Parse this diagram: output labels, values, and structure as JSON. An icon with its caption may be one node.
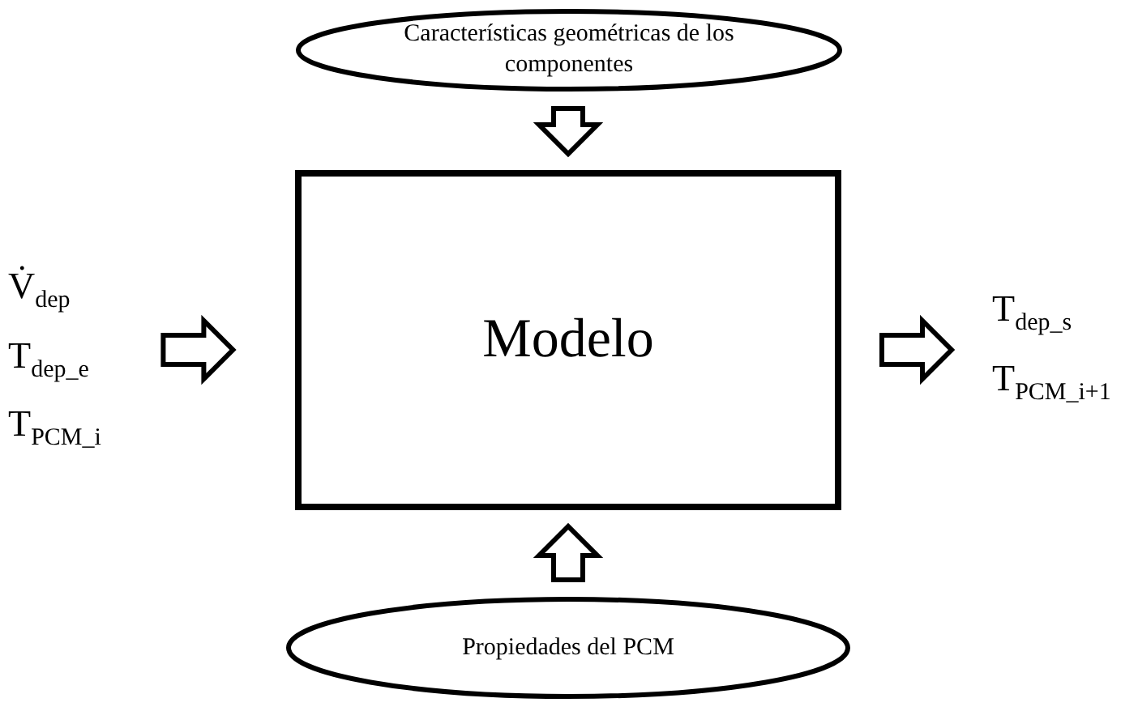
{
  "diagram": {
    "nodes": [
      {
        "text": [
          "Características geométricas de los componentes"
        ]
      },
      {
        "text": [
          "Modelo"
        ]
      },
      {
        "text": [
          "Propiedades del PCM"
        ]
      },
      {
        "text": [
          "V̇$_{dep}$",
          "T$_{dep_e}$",
          "T$_{PCM_i}$"
        ]
      },
      {
        "text": [
          "T$_{dep_s}$",
          "T$_{PCM_i+1}$"
        ]
      }
    ],
    "edges": [
      {
        "from": 0,
        "to": 1,
        "arrow": "to"
      },
      {
        "from": 2,
        "to": 1,
        "arrow": "to"
      },
      {
        "from": 3,
        "to": 1,
        "arrow": "to"
      },
      {
        "from": 1,
        "to": 4,
        "arrow": "to"
      }
    ]
  }
}
